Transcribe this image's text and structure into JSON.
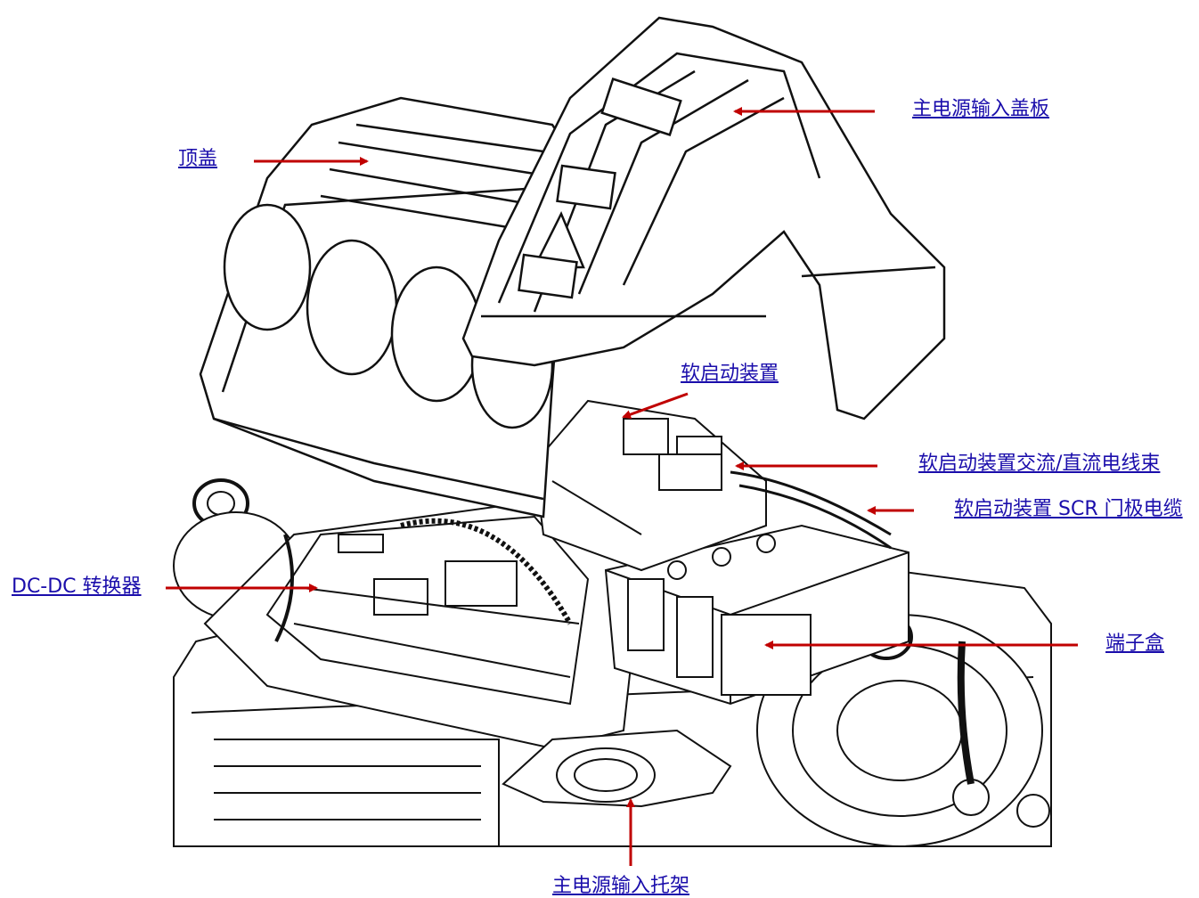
{
  "labels": {
    "top_cover": "顶盖",
    "main_power_cover": "主电源输入盖板",
    "soft_starter": "软启动装置",
    "soft_starter_acdc_harness": "软启动装置交流/直流电线束",
    "soft_starter_scr_cable": "软启动装置 SCR 门极电缆",
    "dcdc_converter": "DC-DC 转换器",
    "terminal_box": "端子盒",
    "main_power_bracket": "主电源输入托架"
  },
  "colors": {
    "arrow": "#c00000",
    "link": "#1a0dab",
    "line_art": "#111111"
  }
}
